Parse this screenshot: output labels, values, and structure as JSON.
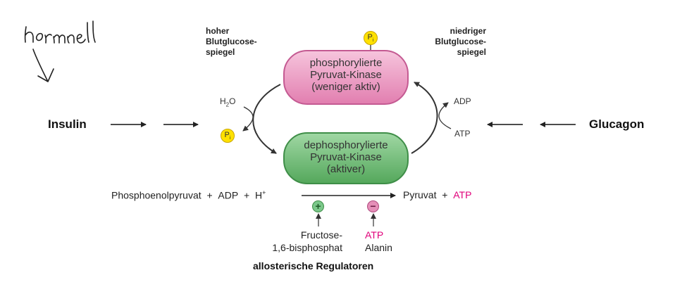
{
  "handwriting": {
    "note": "hormonell"
  },
  "inputs": {
    "left": "Insulin",
    "right": "Glucagon"
  },
  "condition_left": [
    "hoher",
    "Blutglucose-",
    "spiegel"
  ],
  "condition_right": [
    "niedriger",
    "Blutglucose-",
    "spiegel"
  ],
  "enzyme_phosphorylated": [
    "phosphorylierte",
    "Pyruvat-Kinase",
    "(weniger aktiv)"
  ],
  "enzyme_dephosphorylated": [
    "dephosphorylierte",
    "Pyruvat-Kinase",
    "(aktiver)"
  ],
  "left_cycle": {
    "water": "H",
    "water_sub": "2",
    "water_end": "O",
    "phosphate": "P",
    "phosphate_sub": "i"
  },
  "right_cycle": {
    "adp": "ADP",
    "atp": "ATP"
  },
  "top_phosphate": {
    "symbol": "P",
    "sub": "i"
  },
  "reaction": {
    "substrate": "Phosphoenolpyruvat",
    "plus1": "+",
    "adp": "ADP",
    "plus2": "+",
    "proton": "H",
    "proton_sup": "+",
    "product": "Pyruvat",
    "plus3": "+",
    "atp": "ATP"
  },
  "regulators": {
    "activator_sign": "+",
    "inhibitor_sign": "−",
    "activator_line1": "Fructose-",
    "activator_line2": "1,6-bisphosphat",
    "inhibitor_line1": "ATP",
    "inhibitor_line2": "Alanin",
    "caption": "allosterische Regulatoren"
  },
  "colors": {
    "pink": "#e27fb0",
    "green": "#55a85c",
    "magenta": "#e0007a",
    "phosphate": "#ffe100"
  }
}
